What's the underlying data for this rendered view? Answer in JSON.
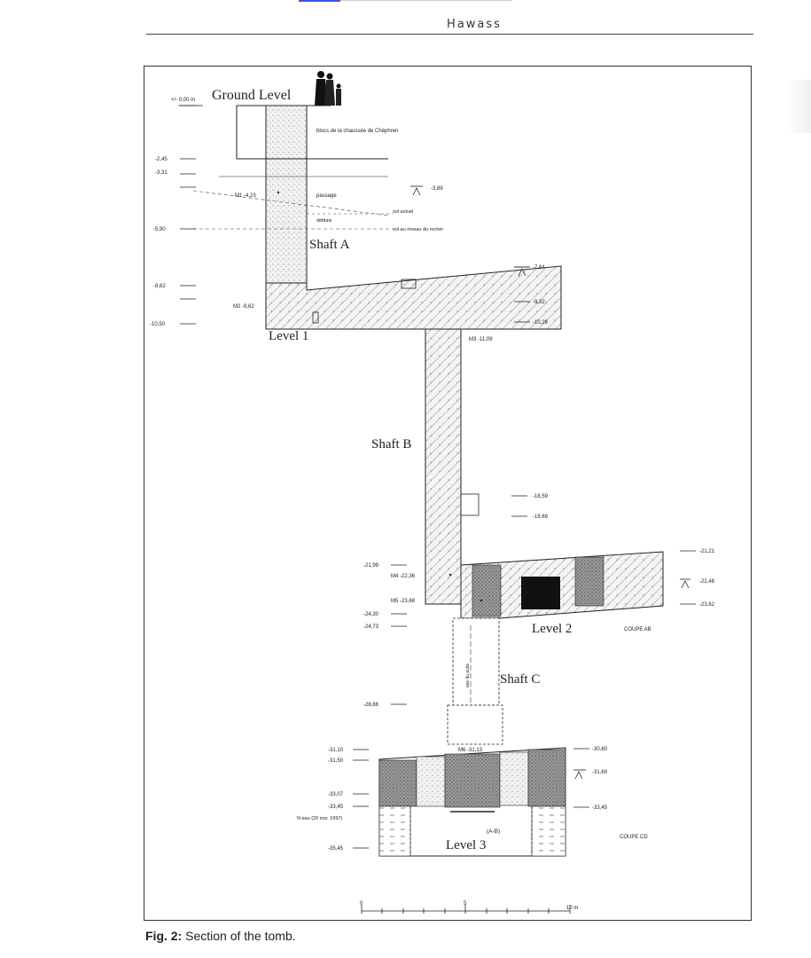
{
  "header": {
    "running_head": "Hawass"
  },
  "figure": {
    "caption_label": "Fig. 2:",
    "caption_text": "Section of the tomb.",
    "labels": {
      "ground_level": "Ground Level",
      "shaft_a": "Shaft A",
      "shaft_b": "Shaft B",
      "shaft_c": "Shaft C",
      "level_1": "Level 1",
      "level_2": "Level 2",
      "level_3": "Level 3",
      "ground_zero": "+/- 0,00 m",
      "blocs": "blocs de la chaussée de Chéphren",
      "passage": "passage",
      "sol_actuel": "sol actuel",
      "deblais": "déblais",
      "sol_rocher": "sol au niveau du rocher",
      "m1": "M1 -4,23",
      "m2": "M2 -9,62",
      "m3": "M3 -11,09",
      "m4": "M4 -22,36",
      "m5": "M5 -23,68",
      "m6": "M6 -31,13",
      "coupe_ab": "COUPE AB",
      "coupe_cd": "COUPE CD",
      "ab": "(A-B)",
      "axe_puits": "axe du puits",
      "n_eau": "N eau (20 nov. 1997)"
    },
    "left_elevations": [
      "-2,45",
      "-3,31",
      "-5,90",
      "-8,62",
      "-10,50",
      "-21,99",
      "-24,30",
      "-24,73",
      "-28,66",
      "-31,10",
      "-31,50",
      "-33,07",
      "-33,45",
      "-35,45"
    ],
    "right_elevations": [
      "-3,89",
      "-7,64",
      "-9,32",
      "-10,26",
      "-18,59",
      "-19,69",
      "-21,21",
      "-22,48",
      "-23,62",
      "-30,60",
      "-31,69",
      "-33,45"
    ],
    "scale": {
      "zero": "0",
      "five": "5",
      "ten": "10 m"
    }
  }
}
